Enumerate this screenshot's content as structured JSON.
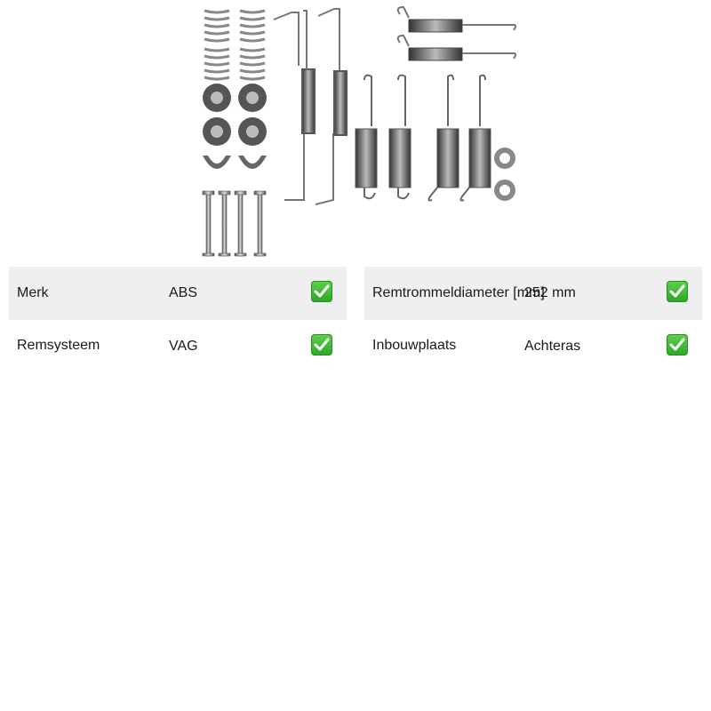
{
  "image": {
    "subject": "brake-drum-accessory-kit",
    "icon": "brake-springs-icon"
  },
  "specs_left": [
    {
      "label": "Merk",
      "value": "ABS",
      "status_icon": "check-icon"
    },
    {
      "label": "Remsysteem",
      "value": "VAG",
      "status_icon": "check-icon"
    }
  ],
  "specs_right": [
    {
      "label": "Remtrommeldiameter [mm]",
      "value": "252 mm",
      "status_icon": "check-icon"
    },
    {
      "label": "Inbouwplaats",
      "value": "Achteras",
      "status_icon": "check-icon"
    }
  ],
  "colors": {
    "row_shade": "#efefef",
    "check_green": "#3cbc32"
  }
}
